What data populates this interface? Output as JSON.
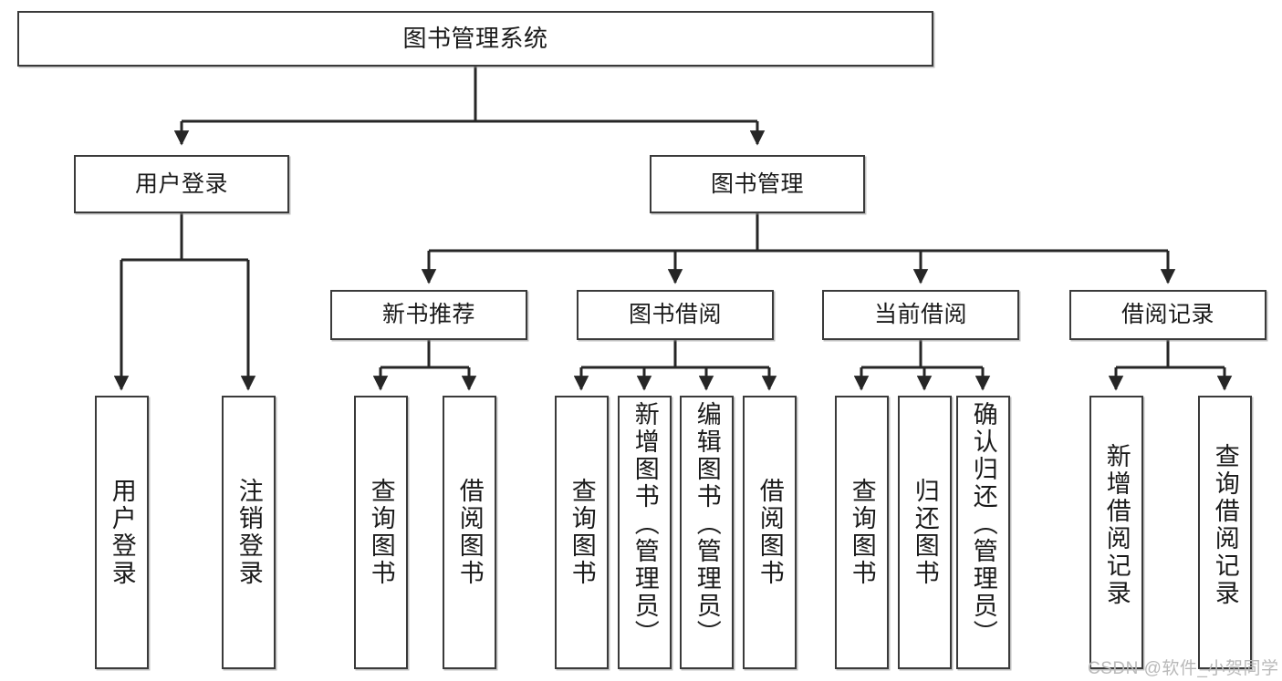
{
  "diagram": {
    "title": "图书管理系统",
    "type": "hierarchy-tree",
    "colors": {
      "box_border": "#3a3a3a",
      "box_fill": "#ffffff",
      "edge": "#262626",
      "text": "#1a1a1a",
      "watermark": "#b9b9b9",
      "background": "#ffffff"
    },
    "levels": {
      "root": "图书管理系统",
      "level2": [
        "用户登录",
        "图书管理"
      ],
      "level3": [
        "新书推荐",
        "图书借阅",
        "当前借阅",
        "借阅记录"
      ],
      "leaves": [
        "用户登录",
        "注销登录",
        "查询图书",
        "借阅图书",
        "查询图书",
        "新增图书（管理员）",
        "编辑图书（管理员）",
        "借阅图书",
        "查询图书",
        "归还图书",
        "确认归还（管理员）",
        "新增借阅记录",
        "查询借阅记录"
      ]
    }
  },
  "nodes": {
    "root": {
      "label": "图书管理系统"
    },
    "user_login": {
      "label": "用户登录"
    },
    "book_mgmt": {
      "label": "图书管理"
    },
    "new_book_rec": {
      "label": "新书推荐"
    },
    "book_borrow": {
      "label": "图书借阅"
    },
    "current_borrow": {
      "label": "当前借阅"
    },
    "borrow_record": {
      "label": "借阅记录"
    },
    "leaf_user_login": {
      "label": "用户登录"
    },
    "leaf_logout": {
      "label": "注销登录"
    },
    "leaf_query_book_a": {
      "label": "查询图书"
    },
    "leaf_borrow_book_a": {
      "label": "借阅图书"
    },
    "leaf_query_book_b": {
      "label": "查询图书"
    },
    "leaf_add_book": {
      "label": "新增图书（管理员）"
    },
    "leaf_edit_book": {
      "label": "编辑图书（管理员）"
    },
    "leaf_borrow_book_b": {
      "label": "借阅图书"
    },
    "leaf_query_book_c": {
      "label": "查询图书"
    },
    "leaf_return_book": {
      "label": "归还图书"
    },
    "leaf_confirm_return": {
      "label": "确认归还（管理员）"
    },
    "leaf_add_record": {
      "label": "新增借阅记录"
    },
    "leaf_query_record": {
      "label": "查询借阅记录"
    }
  },
  "watermark": {
    "text": "CSDN @软件_小贺同学"
  }
}
